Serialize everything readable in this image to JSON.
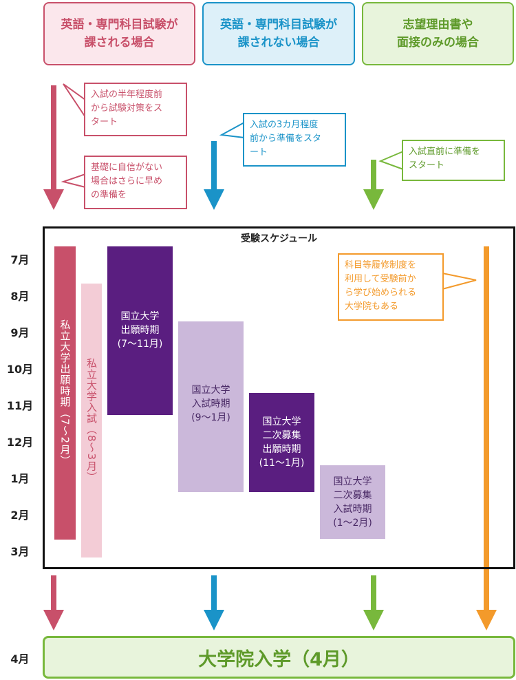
{
  "headers": [
    {
      "label": "英語・専門科目試験が\n課される場合",
      "color": "#c8506a",
      "bg": "#fbe7ec"
    },
    {
      "label": "英語・専門科目試験が\n課されない場合",
      "color": "#1a93c8",
      "bg": "#ddf0f9"
    },
    {
      "label": "志望理由書や\n面接のみの場合",
      "color": "#78b83c",
      "bg": "#e8f4dc"
    }
  ],
  "notes": [
    {
      "text": "入試の半年程度前\nから試験対策をス\nタート"
    },
    {
      "text": "基礎に自信がない\n場合はさらに早め\nの準備を"
    },
    {
      "text": "入試の3カ月程度\n前から準備をスタ\nート"
    },
    {
      "text": "入試直前に準備を\nスタート"
    },
    {
      "text": "科目等履修制度を\n利用して受験前か\nら学び始められる\n大学院もある"
    }
  ],
  "schedule": {
    "title": "受験スケジュール",
    "months": [
      "7月",
      "8月",
      "9月",
      "10月",
      "11月",
      "12月",
      "1月",
      "2月",
      "3月"
    ]
  },
  "bars": [
    {
      "label": "私立大学出願時期（7〜2月）"
    },
    {
      "label": "私立大学入試（8〜3月）"
    },
    {
      "label": "国立大学\n出願時期\n(7〜11月)"
    },
    {
      "label": "国立大学\n入試時期\n(9〜1月)"
    },
    {
      "label": "国立大学\n二次募集\n出願時期\n(11〜1月)"
    },
    {
      "label": "国立大学\n二次募集\n入試時期\n(1〜2月)"
    }
  ],
  "final": {
    "month": "4月",
    "label": "大学院入学（4月）"
  },
  "colors": {
    "red": "#c8506a",
    "blue": "#1a93c8",
    "green": "#78b83c",
    "orange": "#f39a2b",
    "purple": "#5a1e80",
    "lavender": "#cbb8da",
    "pink": "#f3ccd6"
  }
}
